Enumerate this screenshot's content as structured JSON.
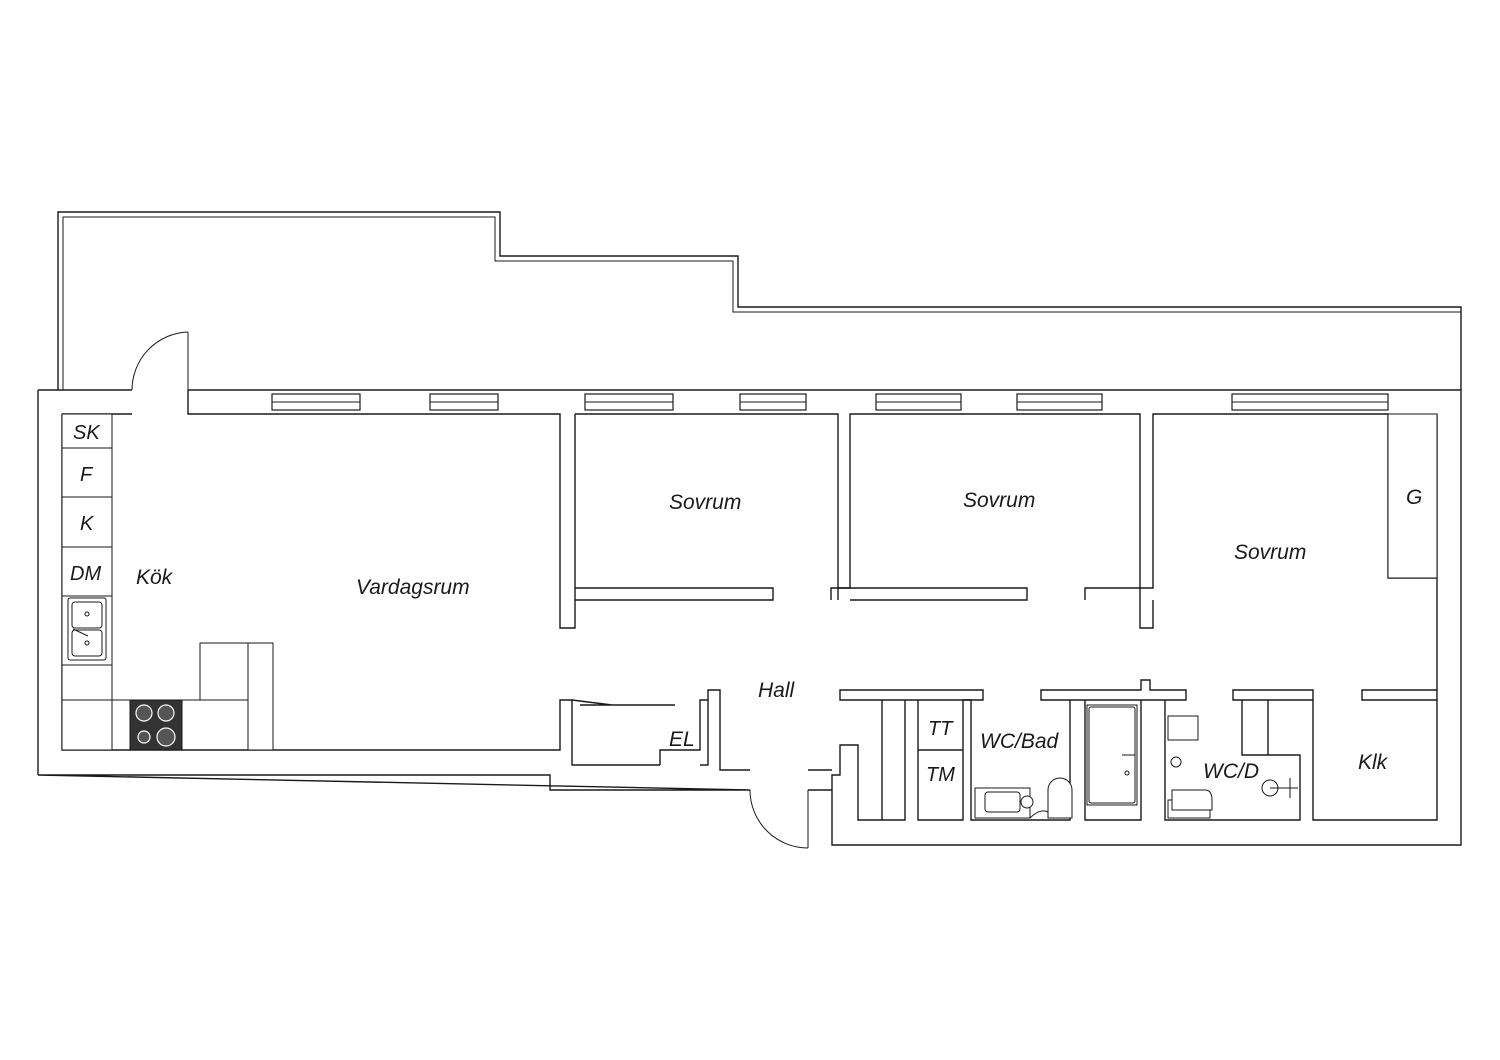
{
  "rooms": {
    "kitchen": "Kök",
    "living": "Vardagsrum",
    "bedroom_1": "Sovrum",
    "bedroom_2": "Sovrum",
    "bedroom_3": "Sovrum",
    "hall": "Hall",
    "electrical": "EL",
    "bathroom": "WC/Bad",
    "shower_wc": "WC/D",
    "walk_in_closet": "Klk",
    "wardrobe": "G"
  },
  "kitchen_units": {
    "broom_cabinet": "SK",
    "fridge": "F",
    "cooler": "K",
    "dishwasher": "DM"
  },
  "laundry": {
    "dryer": "TT",
    "washer": "TM"
  }
}
